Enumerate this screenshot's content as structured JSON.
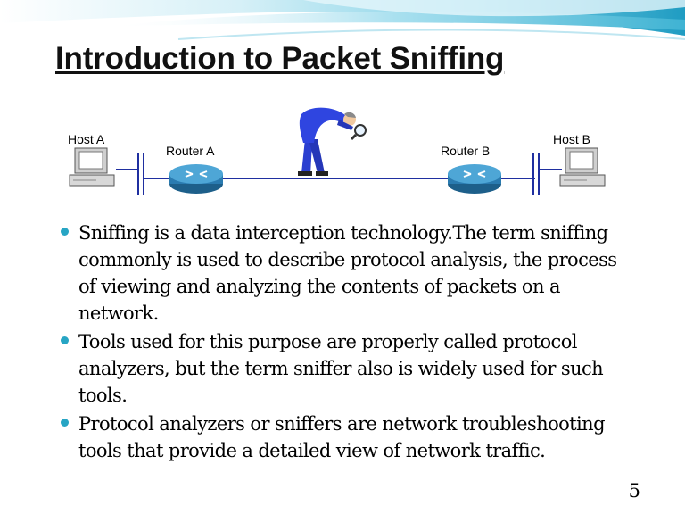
{
  "slide": {
    "title": "Introduction to Packet Sniffing",
    "page_number": "5",
    "accent_color": "#27a5c4"
  },
  "diagram": {
    "host_a_label": "Host A",
    "router_a_label": "Router A",
    "router_b_label": "Router B",
    "host_b_label": "Host B",
    "icons": [
      "computer-icon",
      "router-icon",
      "sniffer-person-icon",
      "magnifying-glass-icon"
    ]
  },
  "bullets": [
    {
      "text": "Sniffing is a data interception technology.The term sniffing commonly is used to describe protocol analysis, the process of viewing and analyzing the contents of packets on a network."
    },
    {
      "text": "Tools used for this purpose are properly called protocol analyzers, but the term sniffer also is widely used for such tools."
    },
    {
      "text": "Protocol analyzers or sniffers are network troubleshooting tools that provide a detailed view of network traffic."
    }
  ]
}
